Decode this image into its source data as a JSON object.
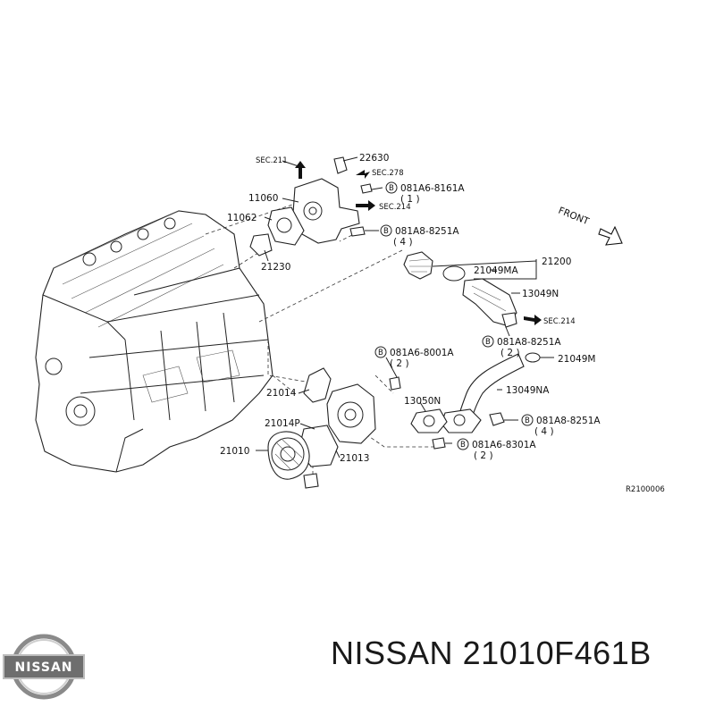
{
  "labels": {
    "sec211": "SEC.211",
    "p22630": "22630",
    "sec278": "SEC.278",
    "p081a6_8161a": "081A6-8161A",
    "q1": "( 1 )",
    "p11060": "11060",
    "sec214a": "SEC.214",
    "p11062": "11062",
    "p081a8_8251a_top": "081A8-8251A",
    "q4_top": "( 4 )",
    "p21230": "21230",
    "front": "FRONT",
    "p21200": "21200",
    "p21049ma": "21049MA",
    "p13049n": "13049N",
    "sec214b": "SEC.214",
    "p081a8_8251a_mid": "081A8-8251A",
    "q2_mid": "( 2 )",
    "p081a6_8001a": "081A6-8001A",
    "q2_left": "( 2 )",
    "p21049m": "21049M",
    "p21014": "21014",
    "p13049na": "13049NA",
    "p13050n": "13050N",
    "p21014p": "21014P",
    "p081a8_8251a_low": "081A8-8251A",
    "q4_low": "( 4 )",
    "p21010": "21010",
    "p081a6_8301a": "081A6-8301A",
    "q2_low": "( 2 )",
    "p21013": "21013",
    "ref": "R2100006",
    "bolt_b": "B"
  },
  "logo": {
    "brand": "NISSAN"
  },
  "footer": {
    "brand": "NISSAN",
    "part_number": "21010F461B"
  }
}
